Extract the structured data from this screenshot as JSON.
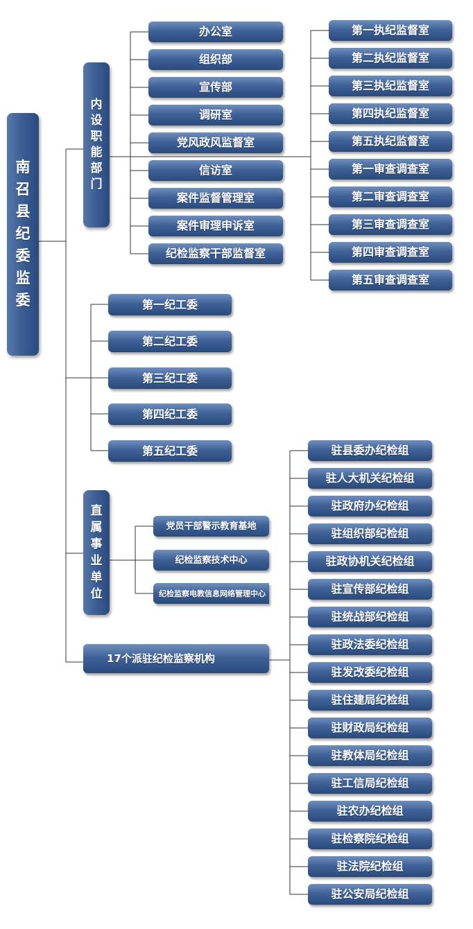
{
  "root": "南召县纪委监委",
  "internal": {
    "label": "内设职能部门",
    "left": [
      "办公室",
      "组织部",
      "宣传部",
      "调研室",
      "党风政风监督室",
      "信访室",
      "案件监督管理室",
      "案件审理申诉室",
      "纪检监察干部监督室"
    ],
    "right": [
      "第一执纪监督室",
      "第二执纪监督室",
      "第三执纪监督室",
      "第四执纪监督室",
      "第五执纪监督室",
      "第一审查调查室",
      "第二审查调查室",
      "第三审查调查室",
      "第四审查调查室",
      "第五审查调查室"
    ]
  },
  "work_committees": [
    "第一纪工委",
    "第二纪工委",
    "第三纪工委",
    "第四纪工委",
    "第五纪工委"
  ],
  "affiliated": {
    "label": "直属事业单位",
    "items": [
      "党员干部警示教育基地",
      "纪检监察技术中心",
      "纪检监察电教信息网络管理中心"
    ]
  },
  "dispatched": {
    "label": "17个派驻纪检监察机构",
    "items": [
      "驻县委办纪检组",
      "驻人大机关纪检组",
      "驻政府办纪检组",
      "驻组织部纪检组",
      "驻政协机关纪检组",
      "驻宣传部纪检组",
      "驻统战部纪检组",
      "驻政法委纪检组",
      "驻发改委纪检组",
      "驻住建局纪检组",
      "驻财政局纪检组",
      "驻教体局纪检组",
      "驻工信局纪检组",
      "驻农办纪检组",
      "驻检察院纪检组",
      "驻法院纪检组",
      "驻公安局纪检组"
    ]
  }
}
